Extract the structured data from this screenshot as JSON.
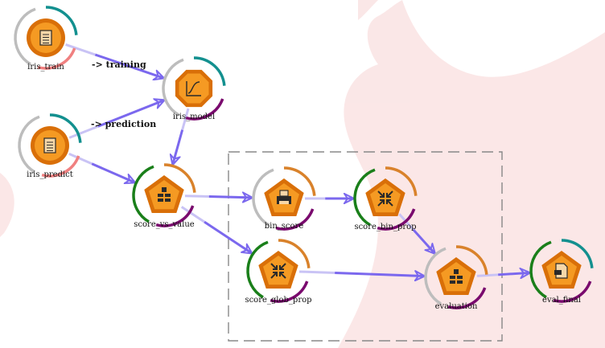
{
  "colors": {
    "edge": "#7b68ee",
    "edge_light": "#c9c3f5",
    "node_fill": "#e8820c",
    "node_fill_inner": "#f59a23",
    "ring_gray": "#bdbdbd",
    "ring_teal": "#13908f",
    "ring_purple": "#7a0a6e",
    "ring_green": "#1a7f1a",
    "ring_orange": "#d9822b",
    "ring_salmon": "#f08080",
    "group_border": "#888888",
    "squirrel": "#f7d4d4"
  },
  "nodes": [
    {
      "id": "iris_train",
      "label": "iris_train",
      "shape": "circle",
      "icon": "document-icon",
      "rings": [
        "gray",
        "teal",
        "salmon"
      ]
    },
    {
      "id": "iris_model",
      "label": "iris_model",
      "shape": "octagon",
      "icon": "curve-chart-icon",
      "rings": [
        "gray",
        "teal",
        "purple"
      ]
    },
    {
      "id": "iris_predict",
      "label": "iris_predict",
      "shape": "circle",
      "icon": "document-icon",
      "rings": [
        "gray",
        "teal",
        "salmon"
      ]
    },
    {
      "id": "score_vs_value",
      "label": "score_vs_value",
      "shape": "pentagon",
      "icon": "database-icon",
      "rings": [
        "green",
        "orange",
        "purple"
      ]
    },
    {
      "id": "bin_score",
      "label": "bin_score",
      "shape": "pentagon",
      "icon": "printer-icon",
      "rings": [
        "gray",
        "orange",
        "purple"
      ]
    },
    {
      "id": "score_bin_prop",
      "label": "score_bin_prop",
      "shape": "pentagon",
      "icon": "collapse-icon",
      "rings": [
        "green",
        "orange",
        "purple"
      ]
    },
    {
      "id": "score_glob_prop",
      "label": "score_glob_prop",
      "shape": "pentagon",
      "icon": "collapse-icon",
      "rings": [
        "green",
        "orange",
        "purple"
      ]
    },
    {
      "id": "evaluation",
      "label": "evaluation",
      "shape": "pentagon",
      "icon": "database-icon",
      "rings": [
        "gray",
        "orange",
        "purple"
      ]
    },
    {
      "id": "eval_final",
      "label": "eval_final",
      "shape": "pentagon",
      "icon": "file-icon",
      "rings": [
        "green",
        "teal",
        "purple"
      ]
    }
  ],
  "edges": [
    {
      "from": "iris_train",
      "to": "iris_model",
      "label": "-> training"
    },
    {
      "from": "iris_predict",
      "to": "iris_model",
      "label": "-> prediction"
    },
    {
      "from": "iris_model",
      "to": "score_vs_value",
      "label": ""
    },
    {
      "from": "iris_predict",
      "to": "score_vs_value",
      "label": ""
    },
    {
      "from": "score_vs_value",
      "to": "bin_score",
      "label": ""
    },
    {
      "from": "score_vs_value",
      "to": "score_glob_prop",
      "label": ""
    },
    {
      "from": "bin_score",
      "to": "score_bin_prop",
      "label": ""
    },
    {
      "from": "score_bin_prop",
      "to": "evaluation",
      "label": ""
    },
    {
      "from": "score_glob_prop",
      "to": "evaluation",
      "label": ""
    },
    {
      "from": "evaluation",
      "to": "eval_final",
      "label": ""
    }
  ]
}
